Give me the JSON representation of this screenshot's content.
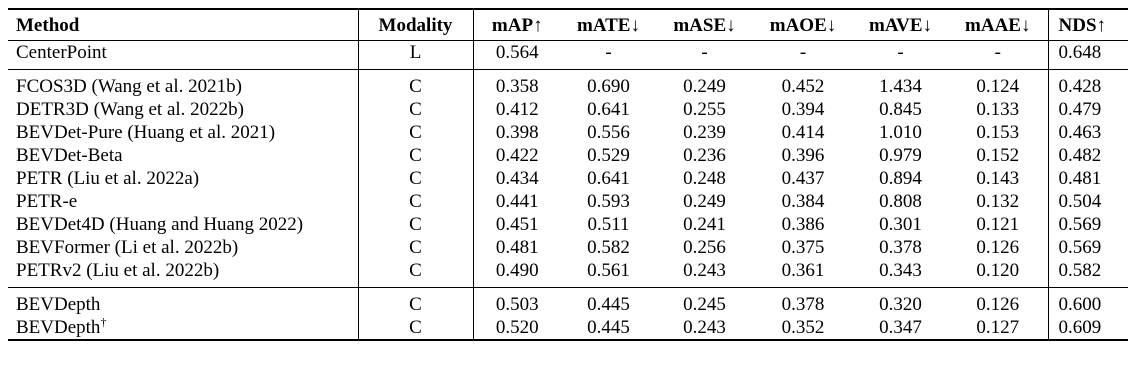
{
  "headers": [
    "Method",
    "Modality",
    "mAP↑",
    "mATE↓",
    "mASE↓",
    "mAOE↓",
    "mAVE↓",
    "mAAE↓",
    "NDS↑"
  ],
  "groups": [
    [
      {
        "method": "CenterPoint",
        "sup": "",
        "modality": "L",
        "values": [
          "0.564",
          "-",
          "-",
          "-",
          "-",
          "-"
        ],
        "nds": "0.648"
      }
    ],
    [
      {
        "method": "FCOS3D (Wang et al. 2021b)",
        "sup": "",
        "modality": "C",
        "values": [
          "0.358",
          "0.690",
          "0.249",
          "0.452",
          "1.434",
          "0.124"
        ],
        "nds": "0.428"
      },
      {
        "method": "DETR3D (Wang et al. 2022b)",
        "sup": "",
        "modality": "C",
        "values": [
          "0.412",
          "0.641",
          "0.255",
          "0.394",
          "0.845",
          "0.133"
        ],
        "nds": "0.479"
      },
      {
        "method": "BEVDet-Pure (Huang et al. 2021)",
        "sup": "",
        "modality": "C",
        "values": [
          "0.398",
          "0.556",
          "0.239",
          "0.414",
          "1.010",
          "0.153"
        ],
        "nds": "0.463"
      },
      {
        "method": "BEVDet-Beta",
        "sup": "",
        "modality": "C",
        "values": [
          "0.422",
          "0.529",
          "0.236",
          "0.396",
          "0.979",
          "0.152"
        ],
        "nds": "0.482"
      },
      {
        "method": "PETR (Liu et al. 2022a)",
        "sup": "",
        "modality": "C",
        "values": [
          "0.434",
          "0.641",
          "0.248",
          "0.437",
          "0.894",
          "0.143"
        ],
        "nds": "0.481"
      },
      {
        "method": "PETR-e",
        "sup": "",
        "modality": "C",
        "values": [
          "0.441",
          "0.593",
          "0.249",
          "0.384",
          "0.808",
          "0.132"
        ],
        "nds": "0.504"
      },
      {
        "method": "BEVDet4D (Huang and Huang 2022)",
        "sup": "",
        "modality": "C",
        "values": [
          "0.451",
          "0.511",
          "0.241",
          "0.386",
          "0.301",
          "0.121"
        ],
        "nds": "0.569"
      },
      {
        "method": "BEVFormer (Li et al. 2022b)",
        "sup": "",
        "modality": "C",
        "values": [
          "0.481",
          "0.582",
          "0.256",
          "0.375",
          "0.378",
          "0.126"
        ],
        "nds": "0.569"
      },
      {
        "method": "PETRv2 (Liu et al. 2022b)",
        "sup": "",
        "modality": "C",
        "values": [
          "0.490",
          "0.561",
          "0.243",
          "0.361",
          "0.343",
          "0.120"
        ],
        "nds": "0.582"
      }
    ],
    [
      {
        "method": "BEVDepth",
        "sup": "",
        "modality": "C",
        "values": [
          "0.503",
          "0.445",
          "0.245",
          "0.378",
          "0.320",
          "0.126"
        ],
        "nds": "0.600"
      },
      {
        "method": "BEVDepth",
        "sup": "†",
        "modality": "C",
        "values": [
          "0.520",
          "0.445",
          "0.243",
          "0.352",
          "0.347",
          "0.127"
        ],
        "nds": "0.609"
      }
    ]
  ]
}
